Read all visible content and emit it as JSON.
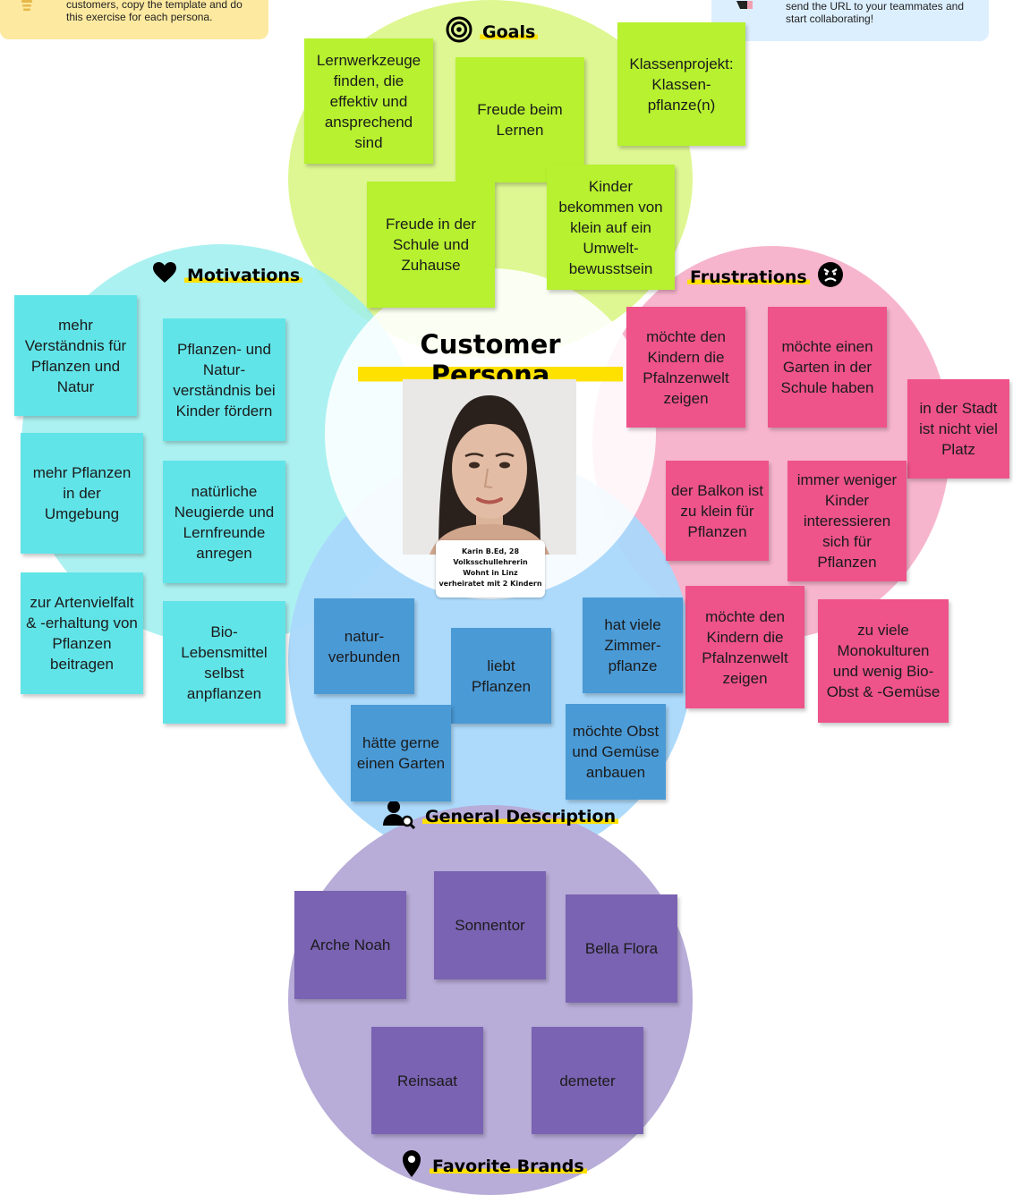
{
  "tips": {
    "left_text": "customers, copy the template and do this exercise for each persona.",
    "right_text": "send the URL to your teammates and start collaborating!"
  },
  "title": "Customer Persona",
  "persona": {
    "line1": "Karin B.Ed, 28",
    "line2": "Volksschullehrerin",
    "line3": "Wohnt in Linz",
    "line4": "verheiratet mit 2 Kindern"
  },
  "goals": {
    "header": "Goals",
    "notes": [
      "Lernwerkzeuge finden, die effektiv und ansprechend sind",
      "Freude beim Lernen",
      "Klassenprojekt: Klassen-pflanze(n)",
      "Freude in der Schule und Zuhause",
      "Kinder bekommen von klein auf ein Umwelt-bewusstsein"
    ]
  },
  "motivations": {
    "header": "Motivations",
    "notes": [
      "mehr Verständnis für Pflanzen und Natur",
      "Pflanzen- und Natur-verständnis bei Kinder fördern",
      "mehr Pflanzen in der Umgebung",
      "natürliche Neugierde und Lernfreunde anregen",
      "zur Artenvielfalt & -erhaltung von Pflanzen beitragen",
      "Bio-Lebensmittel selbst anpflanzen"
    ]
  },
  "frustrations": {
    "header": "Frustrations",
    "notes": [
      "möchte den Kindern die Pfalnzenwelt zeigen",
      "möchte einen Garten in der Schule haben",
      "in der Stadt ist nicht viel Platz",
      "der Balkon ist zu klein für Pflanzen",
      "immer weniger Kinder interessieren sich für Pflanzen",
      "möchte den Kindern die Pfalnzenwelt zeigen",
      "zu viele Monokulturen und wenig Bio-Obst & -Gemüse"
    ]
  },
  "description": {
    "header": "General Description",
    "notes": [
      "natur-verbunden",
      "liebt Pflanzen",
      "hat viele Zimmer-pflanze",
      "hätte gerne einen Garten",
      "möchte Obst und Gemüse anbauen"
    ]
  },
  "brands": {
    "header": "Favorite Brands",
    "notes": [
      "Arche Noah",
      "Sonnentor",
      "Bella Flora",
      "Reinsaat",
      "demeter"
    ]
  },
  "icons": {
    "goals": "target-icon",
    "motivations": "heart-icon",
    "frustrations": "angry-face-icon",
    "description": "person-search-icon",
    "brands": "location-pin-icon"
  },
  "colors": {
    "goals_circle": "#dcf78c",
    "motivations_circle": "#9eeeef",
    "frustrations_circle": "#f6a8c4",
    "description_circle": "#a9d8fb",
    "brands_circle": "#b8acd8",
    "center_circle": "#ffffff",
    "highlight": "#ffe100"
  }
}
